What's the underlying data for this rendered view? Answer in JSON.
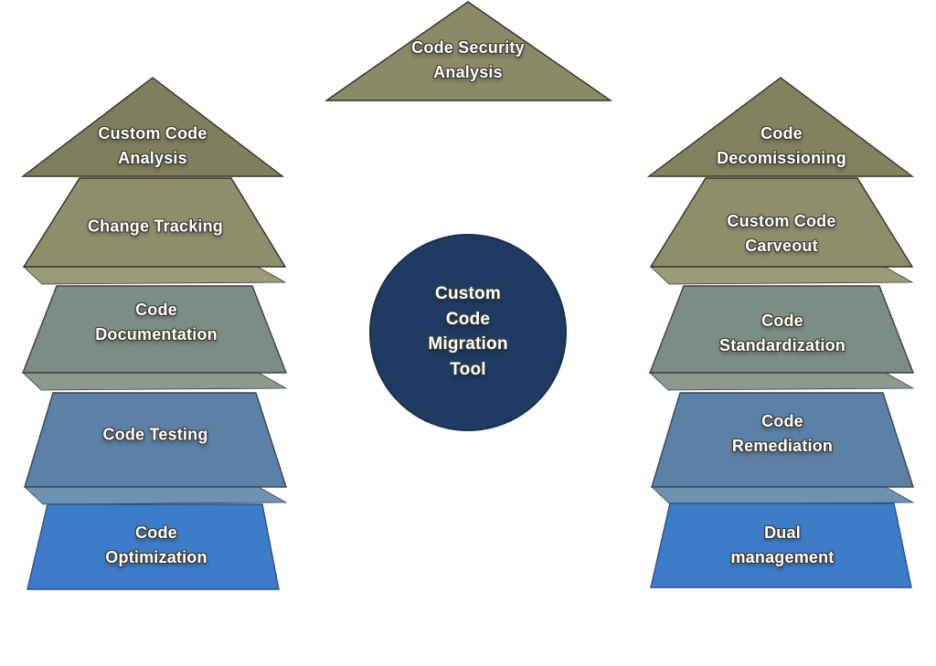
{
  "top_triangle": {
    "label": "Code Security\nAnalysis",
    "fill": "#8A8A66"
  },
  "center_circle": {
    "label": "Custom\nCode\nMigration\nTool",
    "fill": "#1F3B63"
  },
  "left_tree": {
    "layers": [
      {
        "label": "Custom Code\nAnalysis",
        "fill": "#7F7F5F",
        "shade": "#8E8E6C"
      },
      {
        "label": "Change Tracking",
        "fill": "#8F8E6B",
        "shade": "#9C9B77"
      },
      {
        "label": "Code\nDocumentation",
        "fill": "#7E8C86",
        "shade": "#8C9890"
      },
      {
        "label": "Code Testing",
        "fill": "#5B81A7",
        "shade": "#6F92B3"
      },
      {
        "label": "Code\nOptimization",
        "fill": "#3D7CC8",
        "shade": "#5A8FD1"
      }
    ]
  },
  "right_tree": {
    "layers": [
      {
        "label": "Code\nDecomissioning",
        "fill": "#82825F",
        "shade": "#90906C"
      },
      {
        "label": "Custom Code\nCarveout",
        "fill": "#8F8E6B",
        "shade": "#9C9B77"
      },
      {
        "label": "Code\nStandardization",
        "fill": "#7E8C86",
        "shade": "#8C9890"
      },
      {
        "label": "Code\nRemediation",
        "fill": "#5B81A7",
        "shade": "#6F92B3"
      },
      {
        "label": "Dual\nmanagement",
        "fill": "#3D7CC8",
        "shade": "#5A8FD1"
      }
    ]
  },
  "stroke_color": "#32322A",
  "background_color": "#FFFFFF"
}
